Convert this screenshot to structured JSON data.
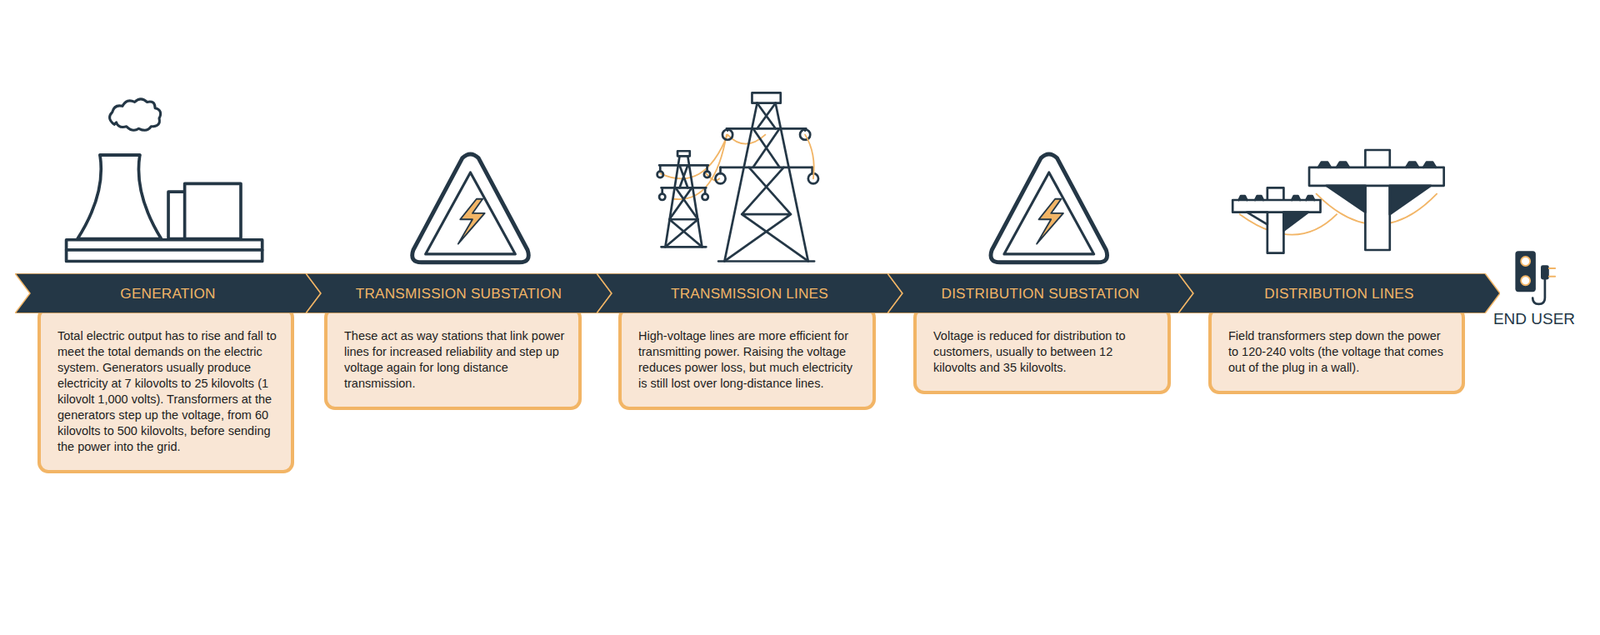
{
  "diagram": {
    "nodes": [
      {
        "text": [
          "GENERATION"
        ]
      },
      {
        "text": [
          "Total electric output has to rise and fall to meet the total demands on the electric system. Generators usually produce electricity at 7 kilovolts to 25 kilovolts (1 kilovolt 1,000 volts). Transformers at the generators step up the voltage, from 60 kilovolts to 500 kilovolts, before sending the power into the grid."
        ]
      },
      {
        "text": [
          "TRANSMISSION SUBSTATION"
        ]
      },
      {
        "text": [
          "These act as way stations that link power lines for increased reliability and step up voltage again for long distance transmission."
        ]
      },
      {
        "text": [
          "TRANSMISSION LINES"
        ]
      },
      {
        "text": [
          "High-voltage lines are more efficient for transmitting power. Raising the voltage reduces power loss, but much electricity is still lost over long-distance lines."
        ]
      },
      {
        "text": [
          "DISTRIBUTION SUBSTATION"
        ]
      },
      {
        "text": [
          "Voltage is reduced for distribution to customers, usually to between 12 kilovolts and 35 kilovolts."
        ]
      },
      {
        "text": [
          "DISTRIBUTION LINES"
        ]
      },
      {
        "text": [
          "Field transformers step down the power to 120-240 volts (the voltage that comes out of the plug in a wall)."
        ]
      }
    ],
    "labels": [
      "END USER"
    ]
  }
}
